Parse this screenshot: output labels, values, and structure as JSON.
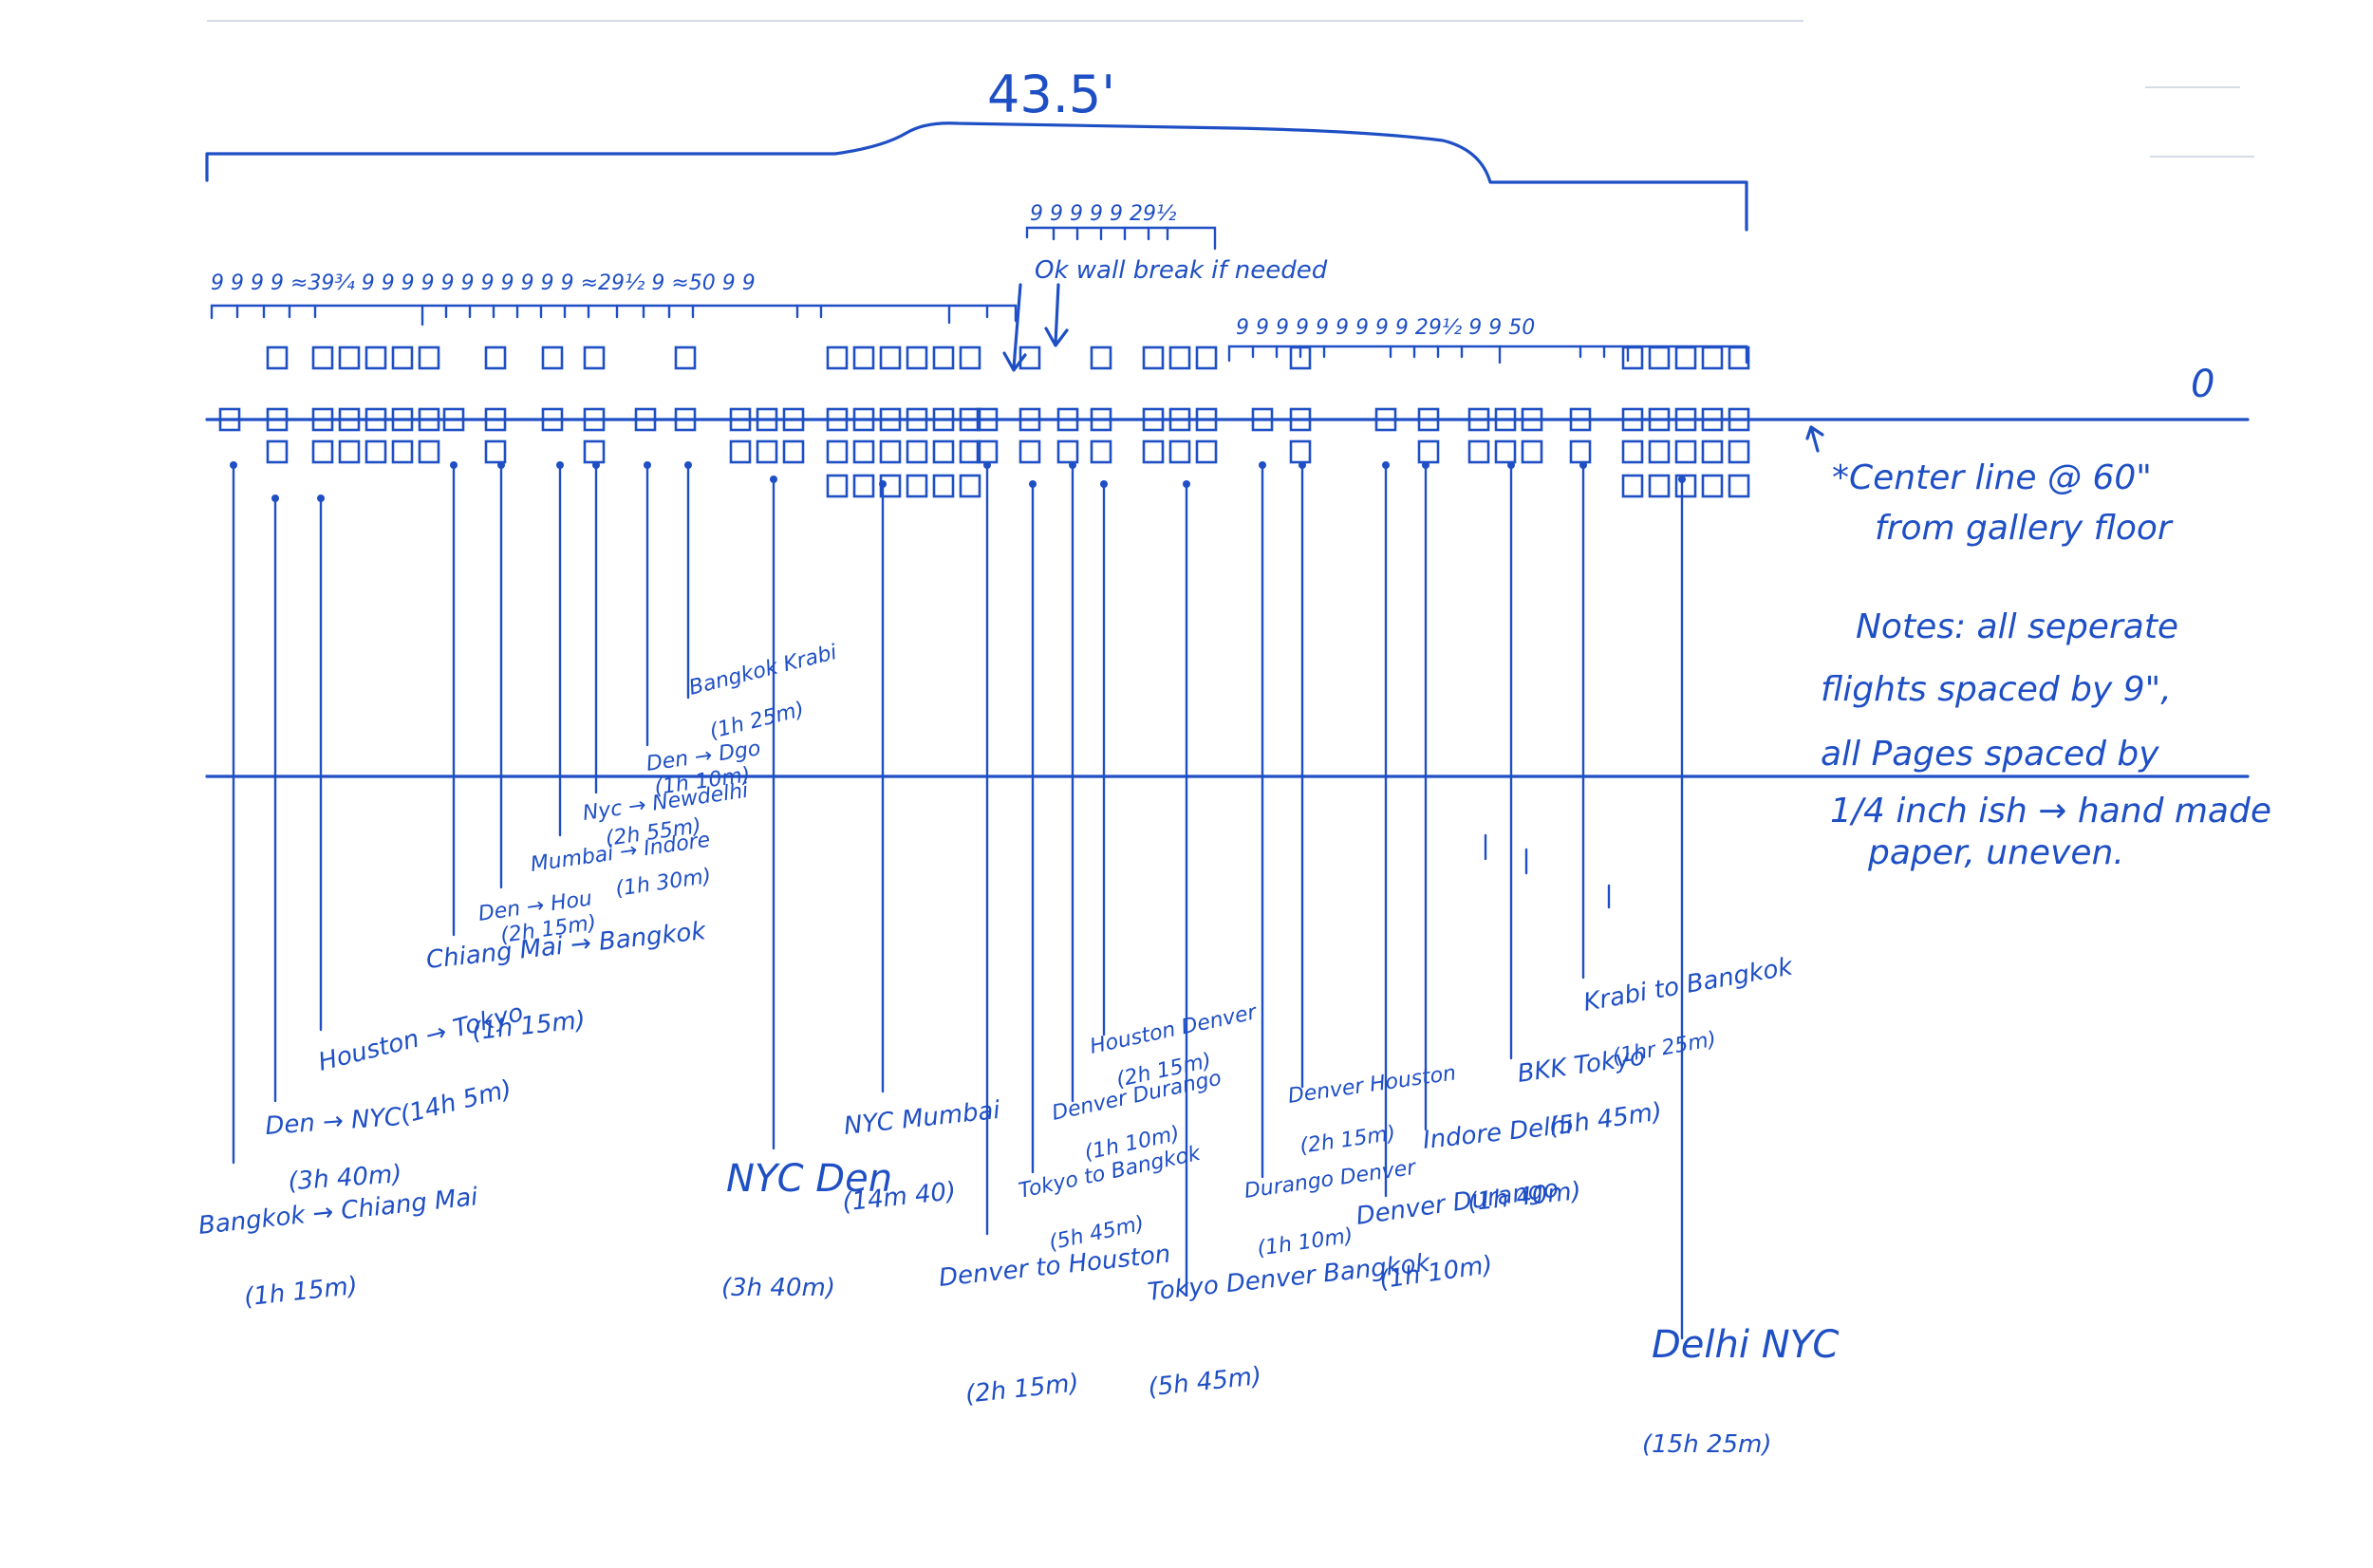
{
  "colors": {
    "ink": "#1f4fc4",
    "paper": "#ffffff"
  },
  "header": {
    "total_width": "43.5'"
  },
  "spacing_labels": [
    "9 9 9 9 ≈39¾ 9 9 9 9  9 9 9 9  9 9 9 ≈29½ 9 ≈50 9 9",
    "9 9 9 9 9  29½",
    "9 9 9 9 9  9 9 9 9  29½ 9 9  50"
  ],
  "annotations": {
    "wall_break": "Ok wall break if needed",
    "right_marker": "0"
  },
  "center_note": {
    "line1": "*Center line @ 60\"",
    "line2": "from gallery floor"
  },
  "notes": {
    "line1": "Notes: all seperate",
    "line2": "flights spaced by 9\",",
    "line3": "all Pages spaced by",
    "line4": "1/4 inch ish → hand made",
    "line5": "paper, uneven."
  },
  "flights": [
    {
      "route": "Bangkok → Chiang Mai",
      "duration": "(1h 15m)"
    },
    {
      "route": "Den → NYC",
      "duration": "(3h 40m)"
    },
    {
      "route": "Houston → Tokyo",
      "duration": "(14h 5m)"
    },
    {
      "route": "Chiang Mai → Bangkok",
      "duration": "(1h 15m)"
    },
    {
      "route": "Den → Hou",
      "duration": "(2h 15m)"
    },
    {
      "route": "Mumbai → Indore",
      "duration": "(1h 30m)"
    },
    {
      "route": "Nyc → Newdelhi",
      "duration": "(2h 55m)"
    },
    {
      "route": "Den → Dgo",
      "duration": "(1h 10m)"
    },
    {
      "route": "Bangkok Krabi",
      "duration": "(1h 25m)"
    },
    {
      "route": "NYC Den",
      "duration": "(3h 40m)"
    },
    {
      "route": "NYC Mumbai",
      "duration": "(14m 40)"
    },
    {
      "route": "Denver to Houston",
      "duration": "(2h 15m)"
    },
    {
      "route": "Tokyo to Bangkok",
      "duration": "(5h 45m)"
    },
    {
      "route": "Denver Durango",
      "duration": "(1h 10m)"
    },
    {
      "route": "Houston Denver",
      "duration": "(2h 15m)"
    },
    {
      "route": "Tokyo Denver Bangkok",
      "duration": "(5h 45m)"
    },
    {
      "route": "Durango Denver",
      "duration": "(1h 10m)"
    },
    {
      "route": "Denver Houston",
      "duration": "(2h 15m)"
    },
    {
      "route": "Denver Durango",
      "duration": "(1h 10m)"
    },
    {
      "route": "Indore Delhi",
      "duration": "(1h 40m)"
    },
    {
      "route": "BKK Tokyo",
      "duration": "(5h 45m)"
    },
    {
      "route": "Krabi to Bangkok",
      "duration": "(1hr 25m)"
    },
    {
      "route": "Delhi NYC",
      "duration": "(15h 25m)"
    }
  ]
}
